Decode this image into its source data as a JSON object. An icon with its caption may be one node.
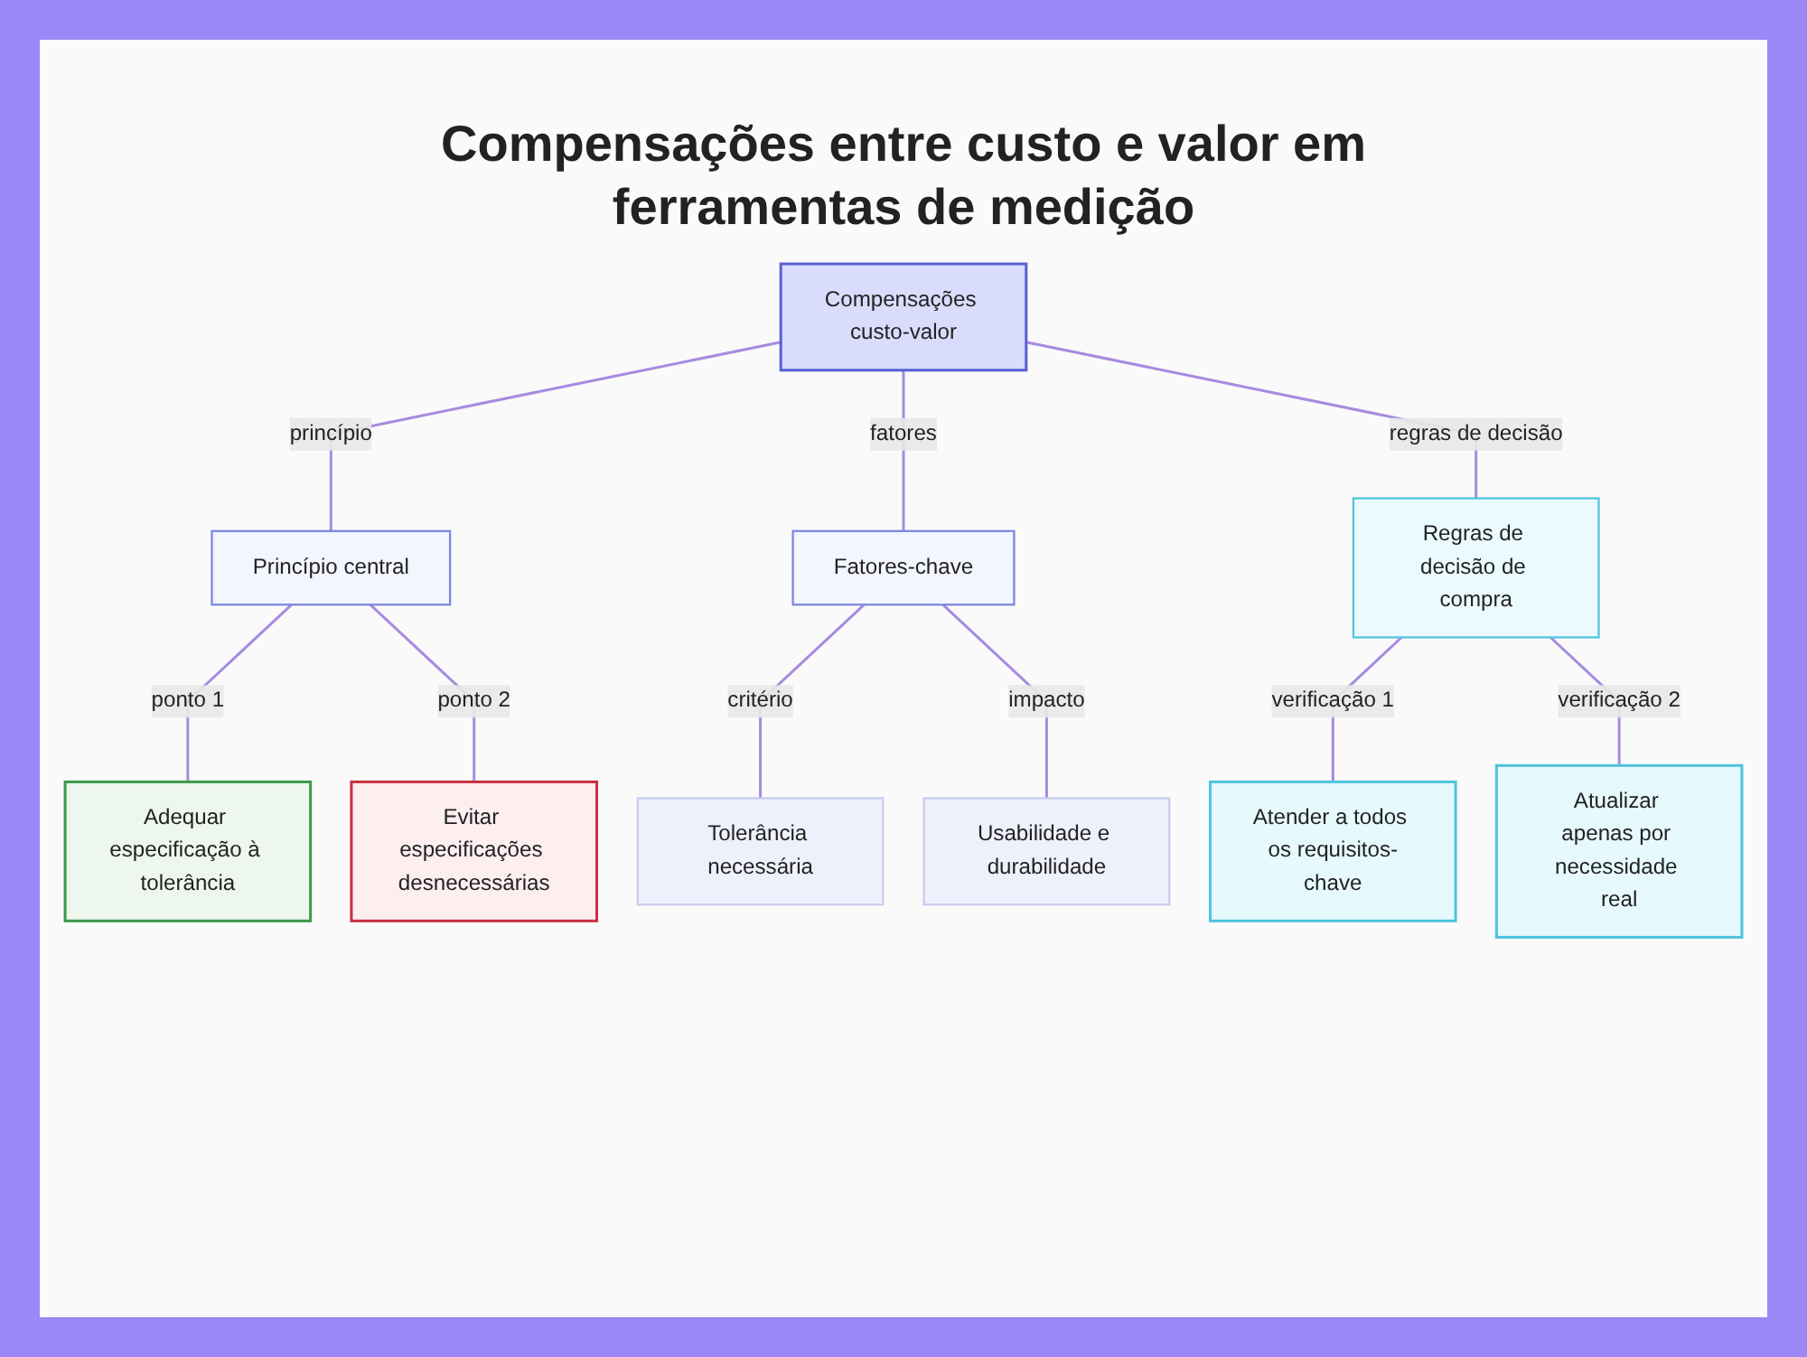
{
  "diagram": {
    "title": "Compensações entre custo e valor em ferramentas de medição",
    "nodes": [
      {
        "text": [
          "Compensações custo-valor"
        ]
      },
      {
        "text": [
          "Princípio central"
        ]
      },
      {
        "text": [
          "Fatores-chave"
        ]
      },
      {
        "text": [
          "Regras de decisão de compra"
        ]
      },
      {
        "text": [
          "Adequar especificação à tolerância"
        ]
      },
      {
        "text": [
          "Evitar especificações desnecessárias"
        ]
      },
      {
        "text": [
          "Tolerância necessária"
        ]
      },
      {
        "text": [
          "Usabilidade e durabilidade"
        ]
      },
      {
        "text": [
          "Atender a todos os requisitos-chave"
        ]
      },
      {
        "text": [
          "Atualizar apenas por necessidade real"
        ]
      }
    ],
    "edges": [
      {
        "from": 0,
        "to": 1,
        "arrow": "none",
        "label": "princípio"
      },
      {
        "from": 0,
        "to": 2,
        "arrow": "none",
        "label": "fatores"
      },
      {
        "from": 0,
        "to": 3,
        "arrow": "none",
        "label": "regras de decisão"
      },
      {
        "from": 1,
        "to": 4,
        "arrow": "none",
        "label": "ponto 1"
      },
      {
        "from": 1,
        "to": 5,
        "arrow": "none",
        "label": "ponto 2"
      },
      {
        "from": 2,
        "to": 6,
        "arrow": "none",
        "label": "critério"
      },
      {
        "from": 2,
        "to": 7,
        "arrow": "none",
        "label": "impacto"
      },
      {
        "from": 3,
        "to": 8,
        "arrow": "none",
        "label": "verificação 1"
      },
      {
        "from": 3,
        "to": 9,
        "arrow": "none",
        "label": "verificação 2"
      }
    ]
  }
}
